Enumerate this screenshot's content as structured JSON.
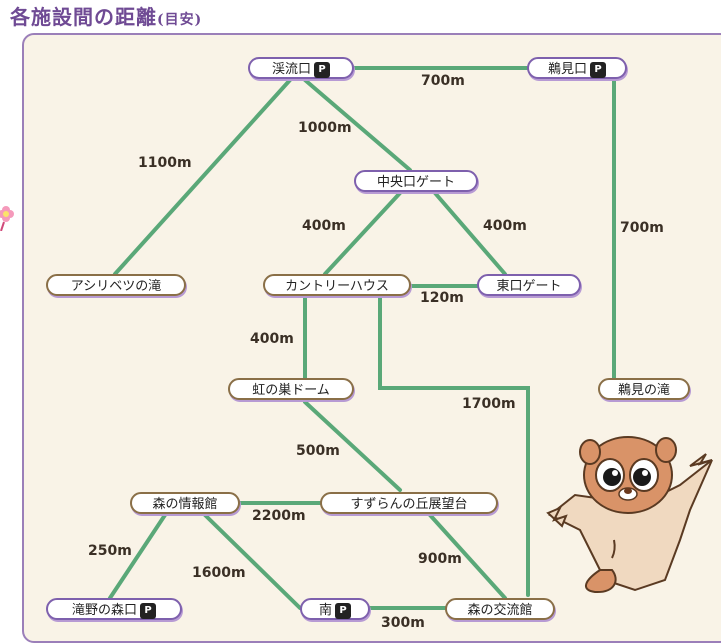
{
  "title": {
    "main": "各施設間の距離",
    "sub": "(目安)"
  },
  "colors": {
    "route": "#5aa878",
    "title": "#6f4a94",
    "panel_border": "#9b7fb9",
    "panel_bg": "#f9f3e7"
  },
  "facilities": {
    "keiryu": {
      "label": "渓流口",
      "parking": "P"
    },
    "unomi": {
      "label": "鵜見口",
      "parking": "P"
    },
    "chuo": {
      "label": "中央口ゲート"
    },
    "ashiri": {
      "label": "アシリベツの滝"
    },
    "country": {
      "label": "カントリーハウス"
    },
    "higashi": {
      "label": "東口ゲート"
    },
    "unomi_taki": {
      "label": "鵜見の滝"
    },
    "niji": {
      "label": "虹の巣ドーム"
    },
    "mori_joho": {
      "label": "森の情報館"
    },
    "suzuran": {
      "label": "すずらんの丘展望台"
    },
    "takino": {
      "label": "滝野の森口",
      "parking": "P"
    },
    "minami": {
      "label": "南",
      "parking": "P"
    },
    "koryu": {
      "label": "森の交流館"
    }
  },
  "distances": {
    "keiryu_unomi": "700m",
    "keiryu_chuo": "1000m",
    "keiryu_ashiri": "1100m",
    "unomi_unomi_taki": "700m",
    "chuo_country": "400m",
    "chuo_higashi": "400m",
    "country_higashi": "120m",
    "country_niji": "400m",
    "country_koryu": "1700m",
    "niji_suzuran": "500m",
    "joho_suzuran": "2200m",
    "joho_takino": "250m",
    "joho_minami": "1600m",
    "suzuran_koryu": "900m",
    "minami_koryu": "300m"
  }
}
